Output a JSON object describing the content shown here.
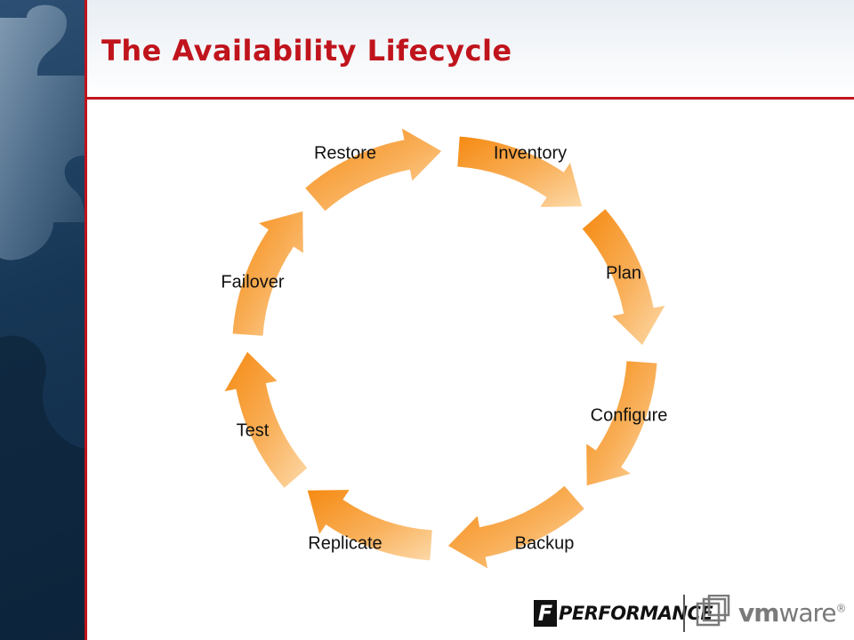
{
  "slide": {
    "title": "The Availability Lifecycle"
  },
  "cycle": {
    "stages": [
      "Inventory",
      "Plan",
      "Configure",
      "Backup",
      "Replicate",
      "Test",
      "Failover",
      "Restore"
    ],
    "arrow_color": "#f7931e",
    "arrow_highlight": "#fcd9a8"
  },
  "colors": {
    "title": "#c0141c",
    "accent_rule": "#c0141c",
    "side_panel": "#173756"
  },
  "logos": {
    "performance_mark": "F",
    "performance_text": "PERFORMANCE",
    "vmware_prefix": "vm",
    "vmware_suffix": "ware",
    "vmware_reg": "®"
  }
}
